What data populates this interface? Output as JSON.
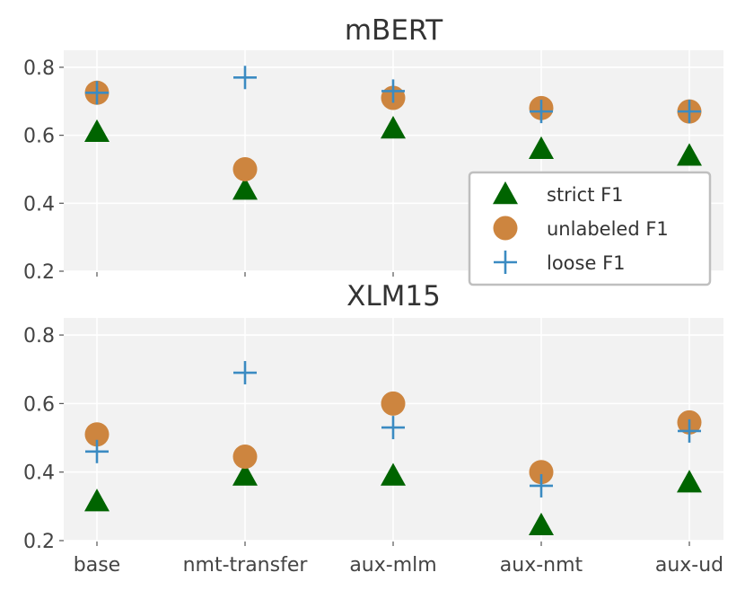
{
  "chart_data": [
    {
      "type": "scatter",
      "title": "mBERT",
      "categories": [
        "base",
        "nmt-transfer",
        "aux-mlm",
        "aux-nmt",
        "aux-ud"
      ],
      "ylim": [
        0.2,
        0.85
      ],
      "yticks": [
        "0.2",
        "0.4",
        "0.6",
        "0.8"
      ],
      "grid": true,
      "series": [
        {
          "name": "strict F1",
          "marker": "triangle",
          "color": "#006400",
          "values": [
            0.61,
            0.44,
            0.62,
            0.56,
            0.54
          ]
        },
        {
          "name": "unlabeled F1",
          "marker": "circle",
          "color": "#cd853f",
          "values": [
            0.725,
            0.5,
            0.71,
            0.68,
            0.67
          ]
        },
        {
          "name": "loose F1",
          "marker": "plus",
          "color": "#3b8bc2",
          "values": [
            0.725,
            0.77,
            0.73,
            0.67,
            0.67
          ]
        }
      ],
      "legend": {
        "placement": "lower-right",
        "entries": [
          "strict F1",
          "unlabeled F1",
          "loose F1"
        ]
      }
    },
    {
      "type": "scatter",
      "title": "XLM15",
      "categories": [
        "base",
        "nmt-transfer",
        "aux-mlm",
        "aux-nmt",
        "aux-ud"
      ],
      "ylim": [
        0.2,
        0.85
      ],
      "yticks": [
        "0.2",
        "0.4",
        "0.6",
        "0.8"
      ],
      "grid": true,
      "series": [
        {
          "name": "strict F1",
          "marker": "triangle",
          "color": "#006400",
          "values": [
            0.315,
            0.39,
            0.39,
            0.245,
            0.37
          ]
        },
        {
          "name": "unlabeled F1",
          "marker": "circle",
          "color": "#cd853f",
          "values": [
            0.51,
            0.445,
            0.6,
            0.4,
            0.545
          ]
        },
        {
          "name": "loose F1",
          "marker": "plus",
          "color": "#3b8bc2",
          "values": [
            0.46,
            0.69,
            0.53,
            0.36,
            0.52
          ]
        }
      ]
    }
  ]
}
